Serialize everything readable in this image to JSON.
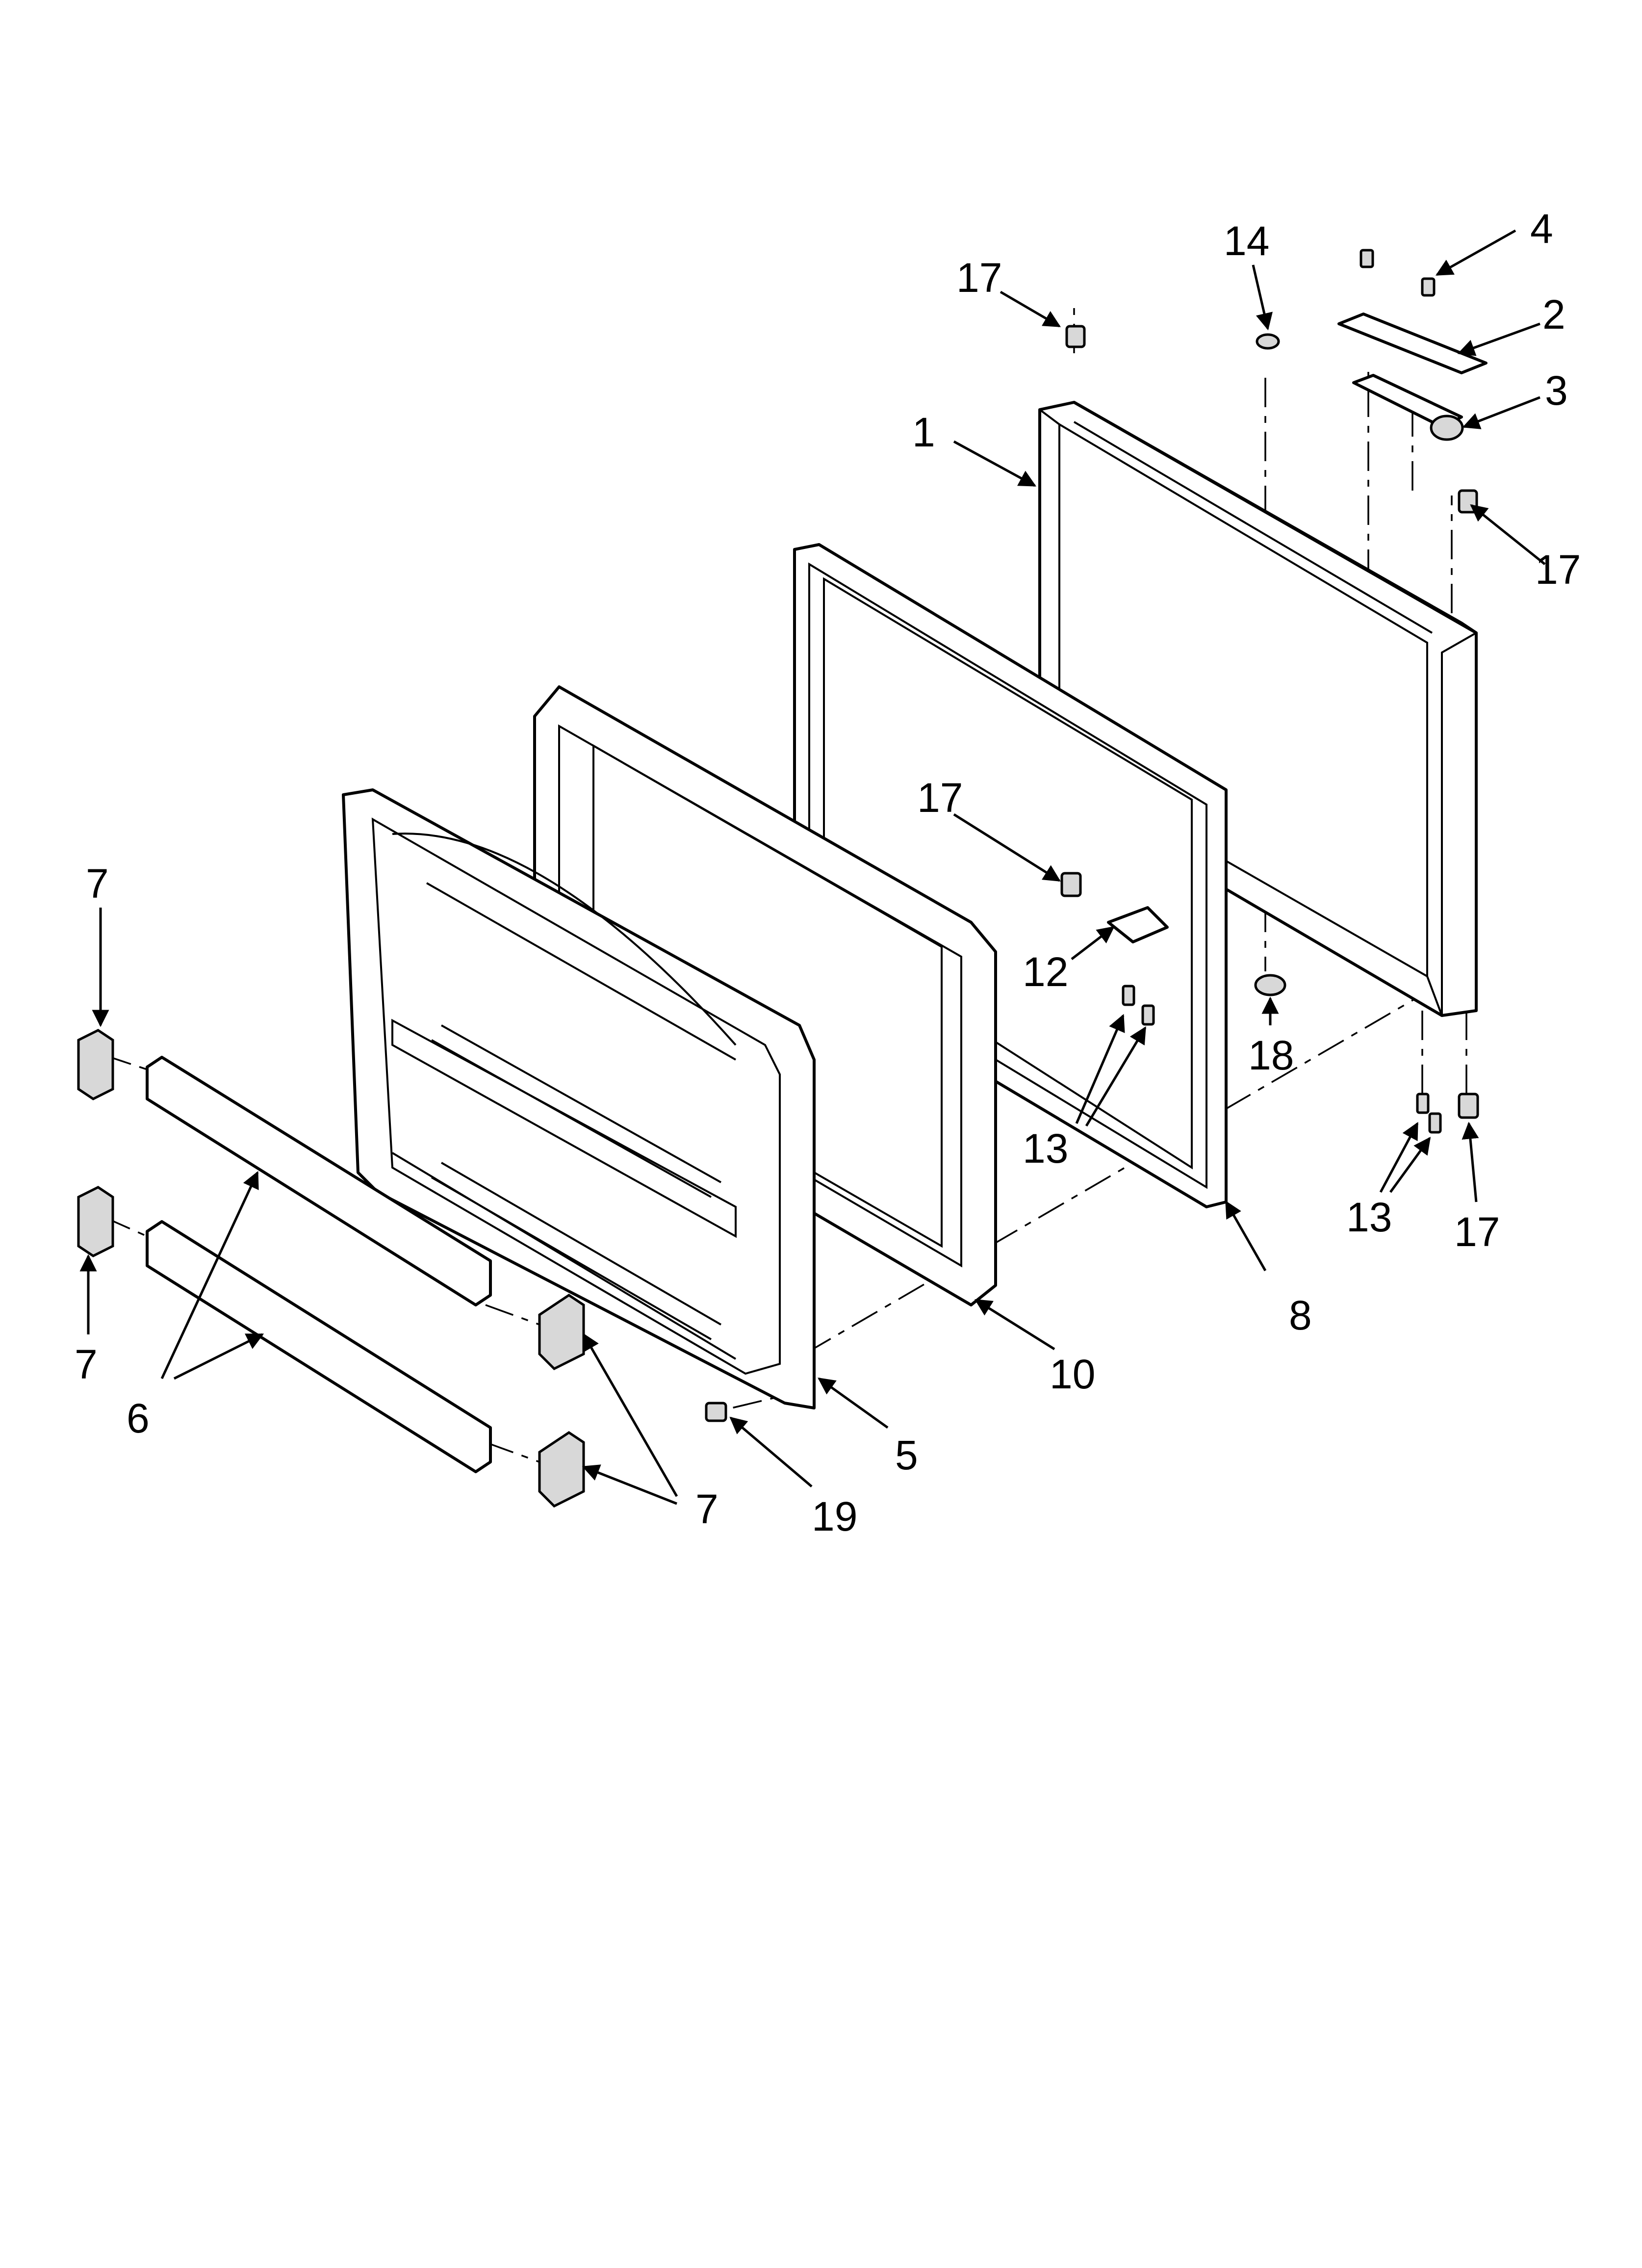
{
  "diagram": {
    "callouts": {
      "c1": "1",
      "c2": "2",
      "c3": "3",
      "c4": "4",
      "c5": "5",
      "c6": "6",
      "c7a": "7",
      "c7b": "7",
      "c7c": "7",
      "c8": "8",
      "c10": "10",
      "c12": "12",
      "c13a": "13",
      "c13b": "13",
      "c14": "14",
      "c17a": "17",
      "c17b": "17",
      "c17c": "17",
      "c17d": "17",
      "c18": "18",
      "c19": "19"
    }
  }
}
